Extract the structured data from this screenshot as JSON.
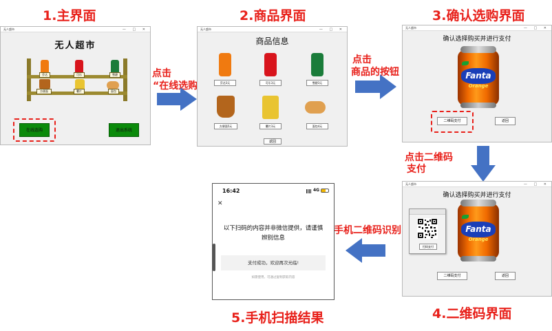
{
  "steps": {
    "s1": "1.主界面",
    "s2": "2.商品界面",
    "s3": "3.确认选购界面",
    "s4": "4.二维码界面",
    "s5": "5.手机扫描结果"
  },
  "flow": {
    "a1_line1": "点击",
    "a1_line2": "“在线选购”按钮",
    "a2_line1": "点击",
    "a2_line2": "商品的按钮",
    "a3_line1": "点击二维码",
    "a3_line2": "支付",
    "a4": "手机二维码识别"
  },
  "win_title": "无人超市",
  "window_controls": "— □ ✕",
  "main": {
    "title": "无人超市",
    "shelf_labels": [
      "芬达",
      "可乐",
      "雪碧",
      "方便面",
      "薯片",
      "面包"
    ],
    "btn_buy": "在线选购",
    "btn_exit": "退出系统"
  },
  "goods": {
    "title": "商品信息",
    "products": [
      {
        "label": "芬达3元",
        "kind": "fanta"
      },
      {
        "label": "可乐3元",
        "kind": "cola"
      },
      {
        "label": "雪碧3元",
        "kind": "sprite"
      },
      {
        "label": "方便面5元",
        "kind": "noodle"
      },
      {
        "label": "薯片3元",
        "kind": "chips"
      },
      {
        "label": "面包4元",
        "kind": "bread"
      }
    ],
    "btn_back": "返回"
  },
  "confirm": {
    "title": "确认选择购买并进行支付",
    "btn_qr": "二维码支付",
    "btn_back": "返回",
    "can_logo": "Fanta",
    "can_sub": "Orange"
  },
  "qr": {
    "title": "确认选择购买并进行支付",
    "popup_btn": "扫码支付",
    "btn_qr": "二维码支付",
    "btn_back": "返回"
  },
  "phone": {
    "time": "16:42",
    "signal": "4G",
    "close": "✕",
    "message": "以下扫码的内容并非微信提供，请谨慎辨别信息",
    "result": "支付成功，欢迎再次光临!",
    "hint": "如需使用，可通过复制获取内容"
  },
  "colors": {
    "accent_red": "#e8201a",
    "arrow_blue": "#4472c4",
    "buy_green": "#0a8a0a"
  }
}
